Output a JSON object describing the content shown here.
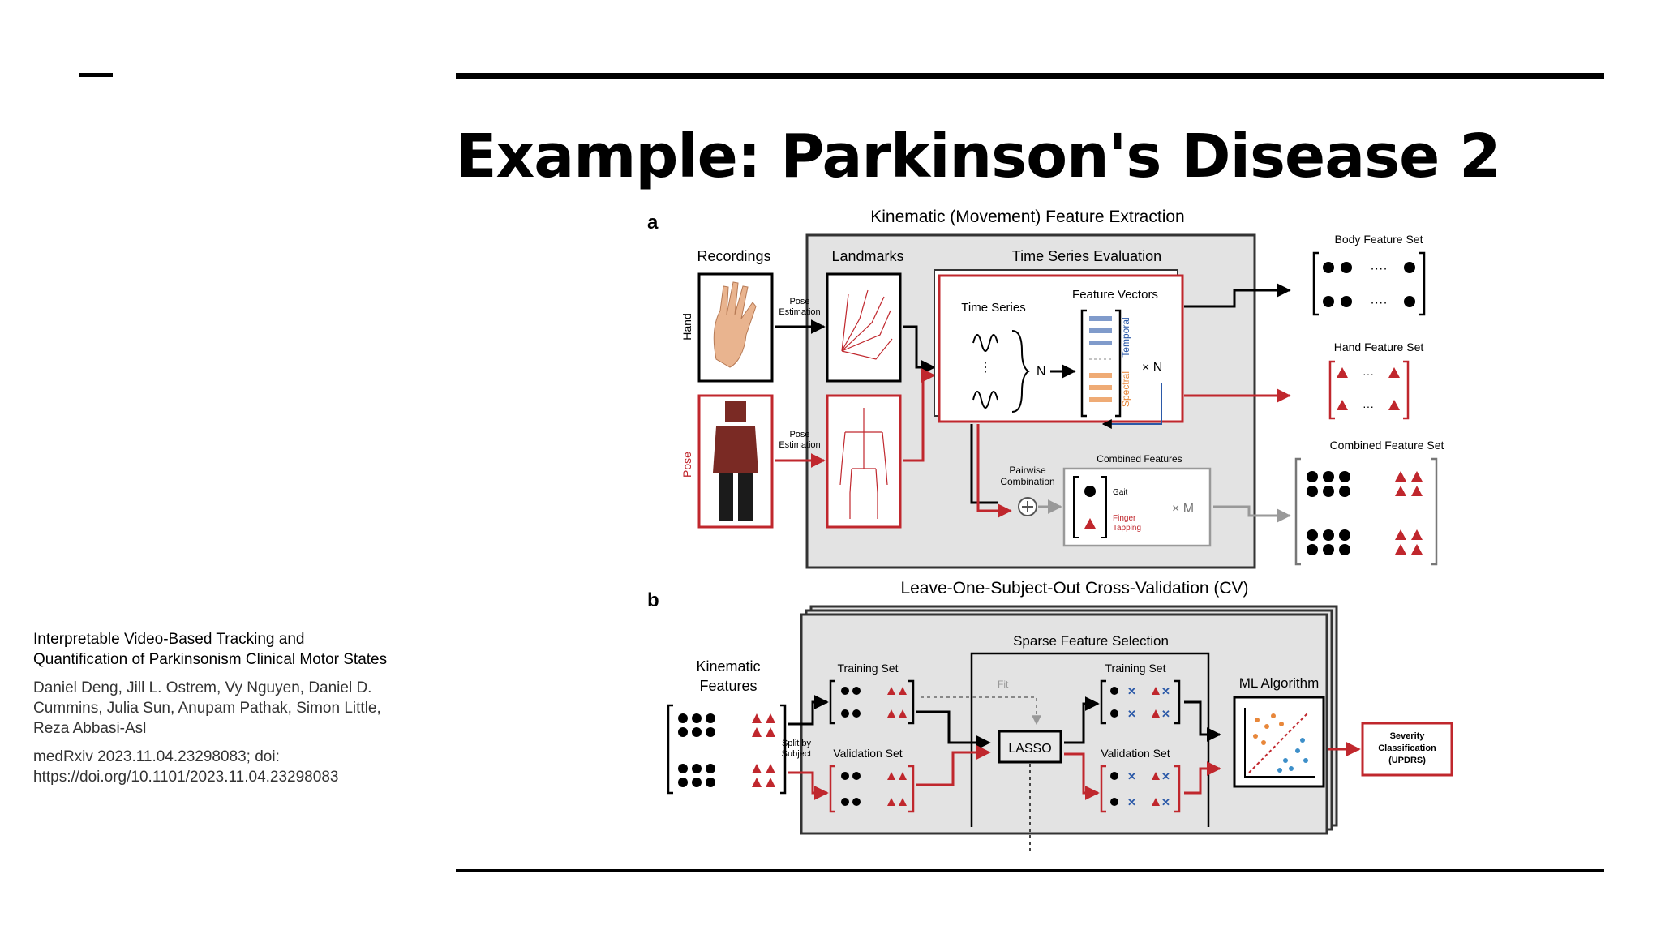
{
  "slide": {
    "title": "Example: Parkinson's Disease 2"
  },
  "citation": {
    "paper_title": "Interpretable Video-Based Tracking and Quantification of Parkinsonism Clinical Motor States",
    "authors": "Daniel Deng, Jill L. Ostrem, Vy Nguyen, Daniel D. Cummins, Julia Sun, Anupam Pathak, Simon Little, Reza Abbasi-Asl",
    "reference": "medRxiv 2023.11.04.23298083; doi: https://doi.org/10.1101/2023.11.04.23298083"
  },
  "figure": {
    "colors": {
      "red": "#c0272d",
      "panel_gray": "#e3e3e3",
      "blue": "#2b59a8",
      "orange": "#e8873a"
    },
    "panel_a": {
      "letter": "a",
      "heading": "Kinematic (Movement) Feature Extraction",
      "recordings": "Recordings",
      "landmarks": "Landmarks",
      "hand": "Hand",
      "pose": "Pose",
      "pose_est_1": "Pose",
      "pose_est_2": "Estimation",
      "time_series_eval": "Time Series Evaluation",
      "time_series": "Time Series",
      "feature_vectors": "Feature Vectors",
      "n": "N",
      "times_n": "× N",
      "temporal": "Temporal",
      "spectral": "Spectral",
      "pairwise_1": "Pairwise",
      "pairwise_2": "Combination",
      "combined_features": "Combined Features",
      "gait": "Gait",
      "finger_1": "Finger",
      "finger_2": "Tapping",
      "times_m": "× M",
      "body_set": "Body Feature Set",
      "hand_set": "Hand Feature Set",
      "combined_set": "Combined Feature Set"
    },
    "panel_b": {
      "letter": "b",
      "heading": "Leave-One-Subject-Out Cross-Validation (CV)",
      "kinematic_1": "Kinematic",
      "kinematic_2": "Features",
      "split_1": "Split by",
      "split_2": "Subject",
      "sparse": "Sparse Feature Selection",
      "training_set": "Training Set",
      "validation_set": "Validation Set",
      "fit": "Fit",
      "lasso": "LASSO",
      "ml": "ML Algorithm",
      "severity_1": "Severity",
      "severity_2": "Classification",
      "severity_3": "(UPDRS)"
    }
  }
}
